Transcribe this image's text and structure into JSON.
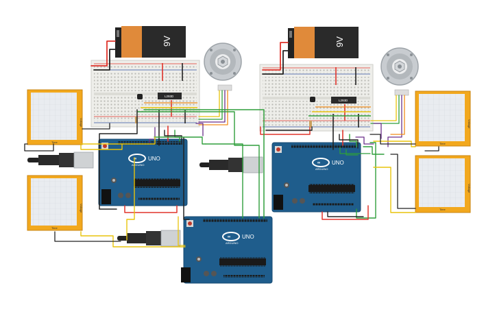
{
  "battery": {
    "label": "9V"
  },
  "driver_chip": {
    "label": "L293D"
  },
  "arduino": {
    "logo": "UNO",
    "brand": "ARDUINO"
  },
  "oscilloscope": {
    "y_label": "Voltage",
    "x_label": "Time"
  },
  "colors": {
    "wire_red": "#e0332a",
    "wire_black": "#222222",
    "wire_green": "#2f9e3b",
    "wire_yellow": "#e8c40c",
    "wire_orange": "#f08c1a",
    "wire_purple": "#6a2f8a",
    "arduino_blue": "#1f5d8c",
    "scope_frame": "#f2a81d",
    "breadboard": "#eeeeea"
  }
}
